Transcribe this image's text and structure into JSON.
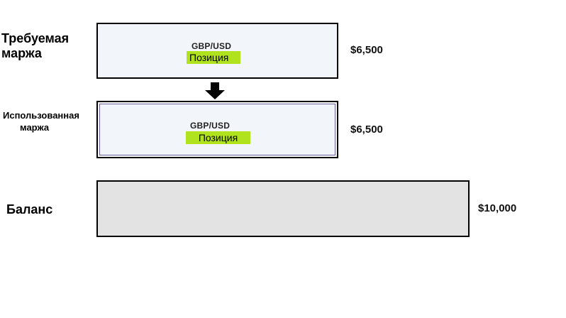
{
  "required_margin": {
    "label_line1": "Требуемая",
    "label_line2": "маржа",
    "pair": "GBP/USD",
    "position": "Позиция",
    "value": "$6,500"
  },
  "used_margin": {
    "label_line1": "Использованная",
    "label_line2": "маржа",
    "pair": "GBP/USD",
    "position": "Позиция",
    "value": "$6,500"
  },
  "balance": {
    "label": "Баланс",
    "value": "$10,000"
  },
  "colors": {
    "position_highlight": "#b0e21e",
    "box_fill": "#f2f6fb",
    "balance_fill": "#e3e3e3",
    "used_inner_border": "#6a5d9e"
  },
  "icons": {
    "flow_arrow": "arrow-down-icon"
  }
}
